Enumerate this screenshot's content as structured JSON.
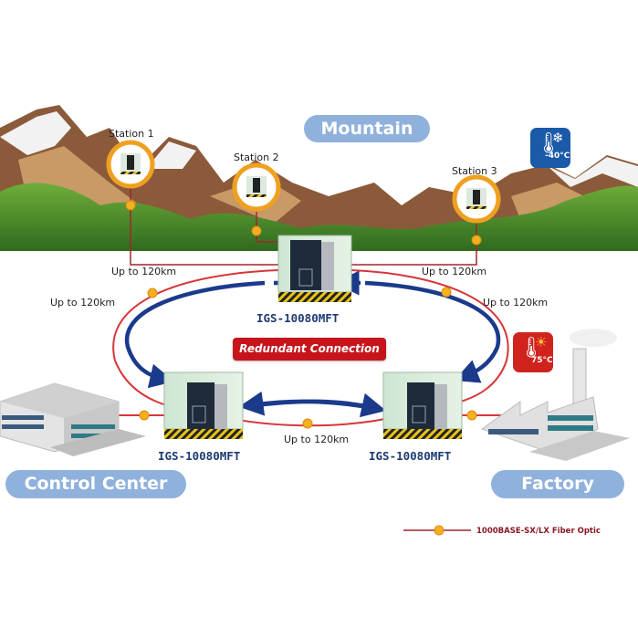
{
  "diagram": {
    "regions": {
      "mountain": "Mountain",
      "control_center": "Control Center",
      "factory": "Factory"
    },
    "stations": [
      {
        "label": "Station 1"
      },
      {
        "label": "Station 2"
      },
      {
        "label": "Station 3"
      }
    ],
    "switches": [
      {
        "model": "IGS-10080MFT",
        "position": "top"
      },
      {
        "model": "IGS-10080MFT",
        "position": "bottom-left"
      },
      {
        "model": "IGS-10080MFT",
        "position": "bottom-right"
      }
    ],
    "distances": {
      "left_upper": "Up to 120km",
      "right_upper": "Up to 120km",
      "left_ring": "Up to 120km",
      "right_ring": "Up to 120km",
      "bottom": "Up to 120km"
    },
    "redundant_label": "Redundant Connection",
    "temperatures": {
      "cold": "-40°C",
      "hot": "75°C"
    },
    "legend": {
      "label": "1000BASE-SX/LX Fiber Optic"
    },
    "colors": {
      "fiber_red": "#d6363b",
      "ring_blue": "#1b3a8c",
      "pill_blue": "#8fb1dc",
      "station_orange": "#f0a020",
      "redundant_red": "#c7141b",
      "cold_badge": "#1a5aa8",
      "hot_badge": "#d1231d",
      "model_text": "#1d3b73"
    }
  }
}
